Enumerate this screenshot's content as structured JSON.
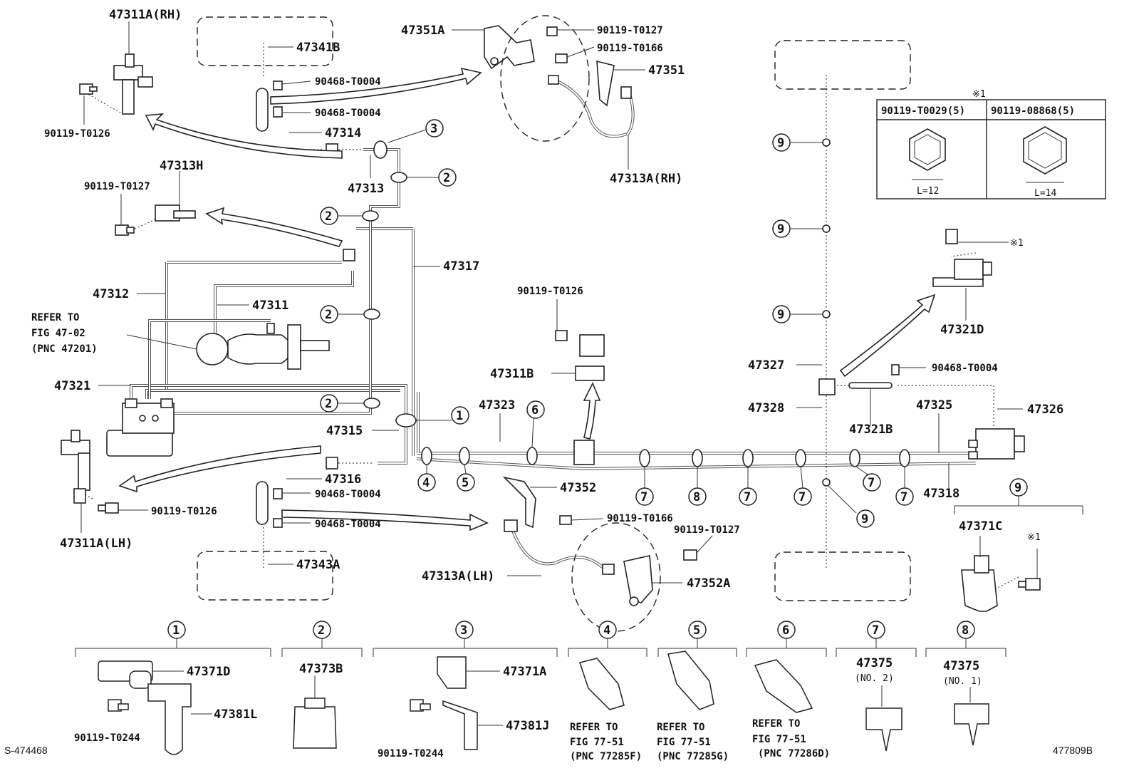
{
  "drawing_ids": {
    "left": "S-474468",
    "right": "477809B"
  },
  "parts": {
    "p47311A_RH": "47311A(RH)",
    "p47341B": "47341B",
    "p90468_a": "90468-T0004",
    "p90468_b": "90468-T0004",
    "p47314": "47314",
    "p47313": "47313",
    "p90119_T0126_a": "90119-T0126",
    "p47313H": "47313H",
    "p90119_T0127_a": "90119-T0127",
    "p47312": "47312",
    "p47311": "47311",
    "p47317": "47317",
    "refer_a": [
      "REFER TO",
      "FIG 47-02",
      "(PNC 47201)"
    ],
    "p47321": "47321",
    "p47315": "47315",
    "p47316": "47316",
    "p90468_c": "90468-T0004",
    "p90468_d": "90468-T0004",
    "p90119_T0126_b": "90119-T0126",
    "p47311A_LH": "47311A(LH)",
    "p47343A": "47343A",
    "p47351A": "47351A",
    "p90119_T0127_b": "90119-T0127",
    "p90119_T0166_a": "90119-T0166",
    "p47351": "47351",
    "p47313A_RH": "47313A(RH)",
    "p90119_T0126_c": "90119-T0126",
    "p47311B": "47311B",
    "p47323": "47323",
    "p47352": "47352",
    "p90119_T0166_b": "90119-T0166",
    "p90119_T0127_c": "90119-T0127",
    "p47313A_LH": "47313A(LH)",
    "p47352A": "47352A",
    "p47327": "47327",
    "p47328": "47328",
    "p47321B": "47321B",
    "p47325": "47325",
    "p47326": "47326",
    "p90468_e": "90468-T0004",
    "p47318": "47318",
    "p47321D": "47321D",
    "note_mark": "※1",
    "p47371C": "47371C"
  },
  "table": {
    "mark": "※1",
    "col1": "90119-T0029(5)",
    "col2": "90119-08868(5)",
    "len1": "L=12",
    "len2": "L=14"
  },
  "callout_numbers": [
    "1",
    "2",
    "3",
    "4",
    "5",
    "6",
    "7",
    "8",
    "9"
  ],
  "legend": {
    "g1": {
      "num": "1",
      "a": "47371D",
      "b": "47381L",
      "c": "90119-T0244"
    },
    "g2": {
      "num": "2",
      "a": "47373B"
    },
    "g3": {
      "num": "3",
      "a": "47371A",
      "b": "47381J",
      "c": "90119-T0244"
    },
    "g4": {
      "num": "4",
      "ref": [
        "REFER TO",
        "FIG 77-51",
        "(PNC 77285F)"
      ]
    },
    "g5": {
      "num": "5",
      "ref": [
        "REFER TO",
        "FIG 77-51",
        "(PNC 77285G)"
      ]
    },
    "g6": {
      "num": "6",
      "ref": [
        "REFER TO",
        "FIG 77-51",
        "(PNC 77286D)"
      ]
    },
    "g7": {
      "num": "7",
      "a": "47375",
      "sub": "(NO. 2)"
    },
    "g8": {
      "num": "8",
      "a": "47375",
      "sub": "(NO. 1)"
    }
  }
}
